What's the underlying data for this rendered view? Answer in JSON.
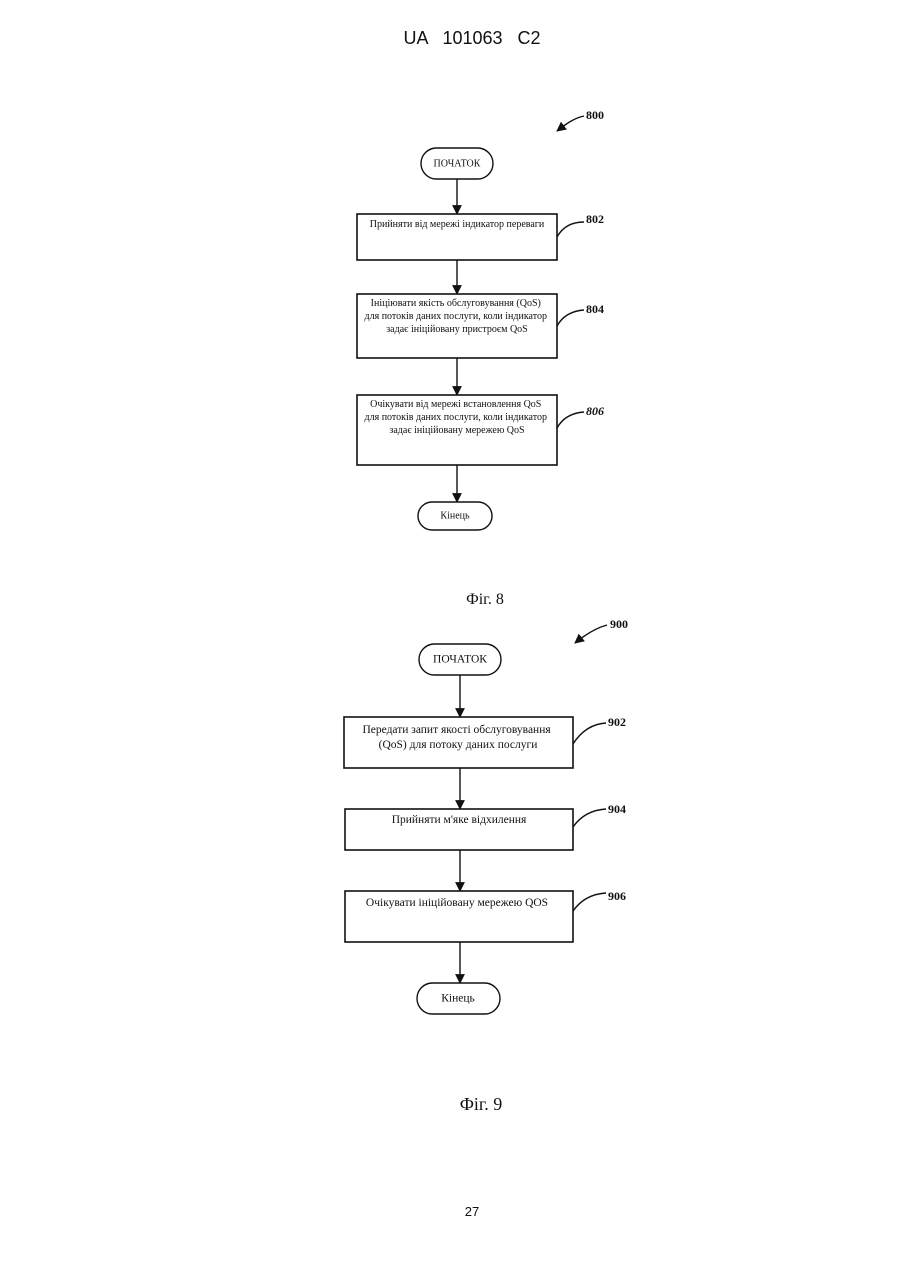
{
  "header": {
    "patent_number": "UA   101063   C2"
  },
  "page_number": "27",
  "figures": [
    {
      "id": "fig8",
      "ref": "800",
      "caption": "Фіг. 8",
      "start_label": "ПОЧАТОК",
      "end_label": "Кінець",
      "steps": [
        {
          "ref": "802",
          "lines": [
            "Прийняти від мережі індикатор переваги"
          ]
        },
        {
          "ref": "804",
          "lines": [
            "Ініціювати якість обслуговування (QoS)",
            "для потоків даних послуги, коли індикатор",
            "задає ініційовану пристроєм QoS"
          ]
        },
        {
          "ref": "806",
          "lines": [
            "Очікувати від мережі встановлення QoS",
            "для потоків даних послуги, коли індикатор",
            "задає ініційовану мережею QoS"
          ]
        }
      ]
    },
    {
      "id": "fig9",
      "ref": "900",
      "caption": "Фіг. 9",
      "start_label": "ПОЧАТОК",
      "end_label": "Кінець",
      "steps": [
        {
          "ref": "902",
          "lines": [
            "Передати запит якості обслуговування",
            "(QoS) для потоку даних послуги"
          ]
        },
        {
          "ref": "904",
          "lines": [
            "Прийняти м'яке відхилення"
          ]
        },
        {
          "ref": "906",
          "lines": [
            "Очікувати ініційовану мережею QOS"
          ]
        }
      ]
    }
  ]
}
